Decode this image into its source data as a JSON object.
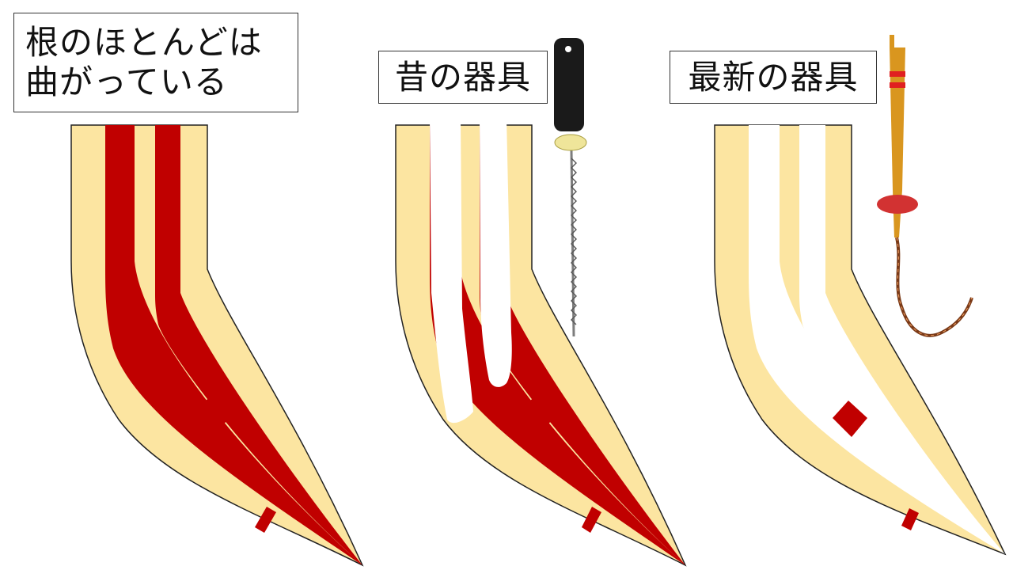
{
  "panels": [
    {
      "label_lines": [
        "根のほとんどは",
        "曲がっている"
      ]
    },
    {
      "label_lines": [
        "昔の器具"
      ]
    },
    {
      "label_lines": [
        "最新の器具"
      ]
    }
  ],
  "colors": {
    "root": "#fce5a1",
    "canal": "#c00000",
    "cleaned": "#ffffff",
    "outline": "#222222",
    "old_file_handle": "#1a1a1a",
    "old_file_stopper": "#efe59a",
    "new_file_shaft": "#d9961f",
    "new_file_band": "#e02020",
    "new_file_stopper": "#d23232",
    "new_file_tip": "#7a3a18"
  },
  "icons": [
    "hand-file-icon",
    "rotary-file-icon"
  ]
}
